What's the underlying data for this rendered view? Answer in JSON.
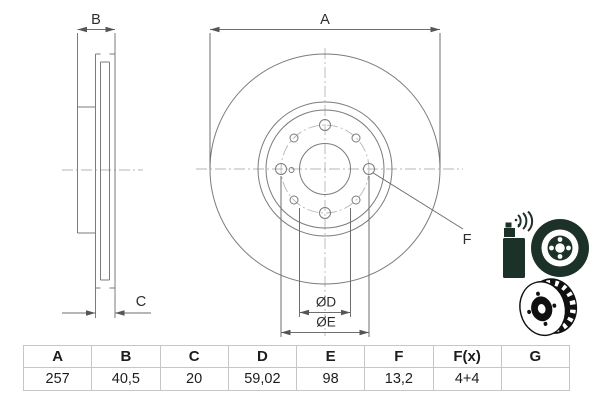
{
  "drawing": {
    "labels": {
      "a": "A",
      "b": "B",
      "c": "C",
      "d": "ØD",
      "e": "ØE",
      "f": "F"
    },
    "line_color": "#7b7b7b",
    "centerline_color": "#b5b5b5",
    "label_color": "#2d2d2d"
  },
  "icons": {
    "coating_spray": {
      "name": "coating-spray-icon",
      "color": "#1c3127"
    },
    "vented_disc": {
      "name": "vented-disc-icon",
      "color": "#101010"
    }
  },
  "table": {
    "headers": [
      "A",
      "B",
      "C",
      "D",
      "E",
      "F",
      "F(x)",
      "G"
    ],
    "values": [
      "257",
      "40,5",
      "20",
      "59,02",
      "98",
      "13,2",
      "4+4",
      ""
    ],
    "border_color": "#c6c6c6",
    "text_color": "#1d1d1d"
  }
}
